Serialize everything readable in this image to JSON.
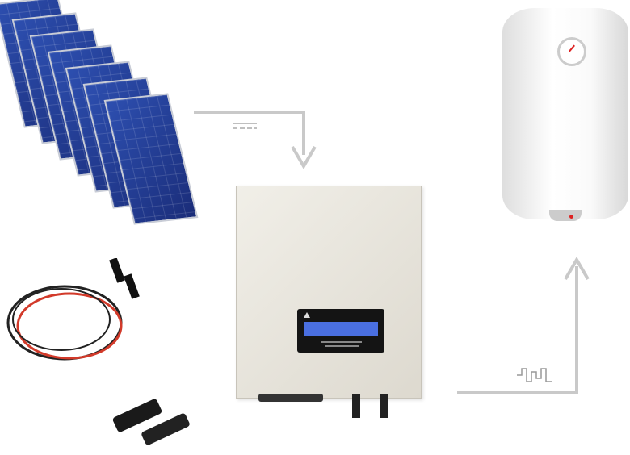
{
  "image": {
    "description_items": [
      "solar-panels",
      "dc-arrow",
      "inverter",
      "ac-arrow",
      "water-heater",
      "cable",
      "mc4-connectors"
    ],
    "colors": {
      "arrow": "#c9c9c9",
      "panel": "#22399a",
      "lcd": "#4a6fe0"
    }
  }
}
